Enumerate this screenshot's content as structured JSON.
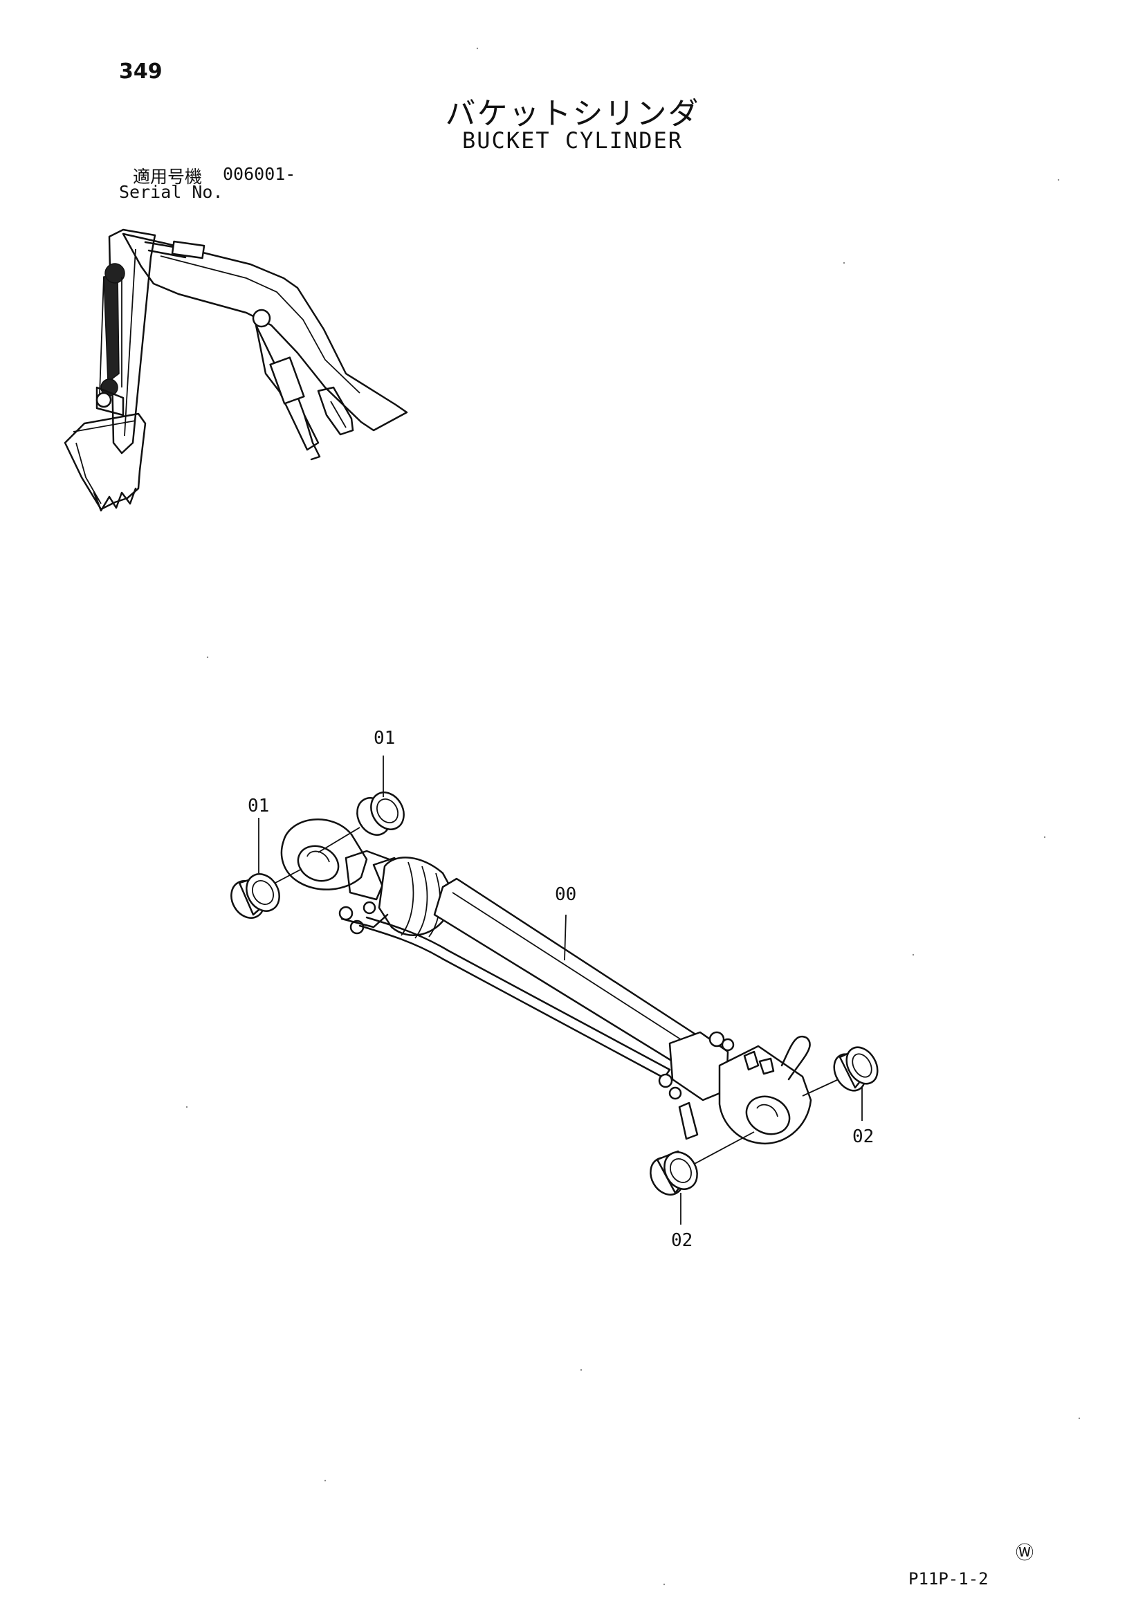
{
  "header": {
    "page_number": "349",
    "title_jp": "バケットシリンダ",
    "title_en": "BUCKET CYLINDER"
  },
  "serial": {
    "label_jp": "適用号機",
    "label_en": "Serial No.",
    "value": "006001-"
  },
  "callouts": {
    "c01_upper": "01",
    "c01_left": "01",
    "c00": "00",
    "c02_right": "02",
    "c02_bottom": "02"
  },
  "footer": {
    "watermark": "Ⓦ",
    "figure_code": "P11P-1-2"
  }
}
